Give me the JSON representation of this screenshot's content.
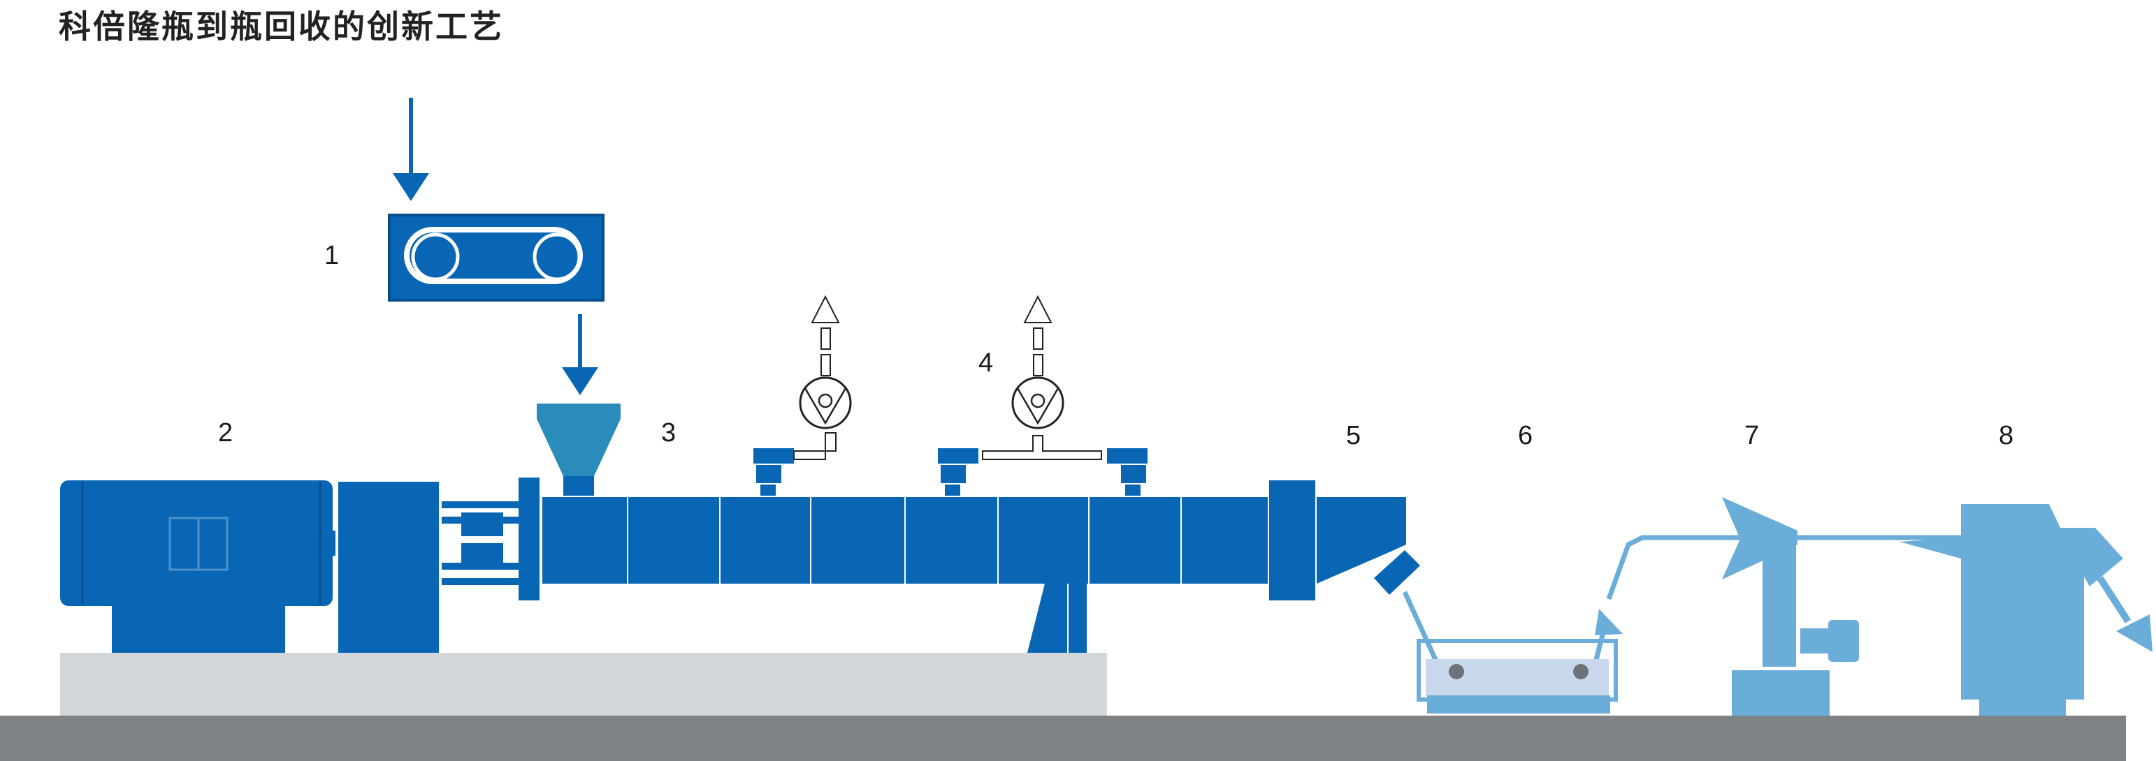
{
  "title": "科倍隆瓶到瓶回收的创新工艺",
  "colors": {
    "dark_blue": "#0866b4",
    "mid_blue": "#2a8cba",
    "light_blue": "#6aadd8",
    "base_gray": "#d4d7da",
    "floor_gray": "#7f8386"
  },
  "stages": [
    {
      "label": "1"
    },
    {
      "label": "2"
    },
    {
      "label": "3"
    },
    {
      "label": "4"
    },
    {
      "label": "5"
    },
    {
      "label": "6"
    },
    {
      "label": "7"
    },
    {
      "label": "8"
    }
  ]
}
